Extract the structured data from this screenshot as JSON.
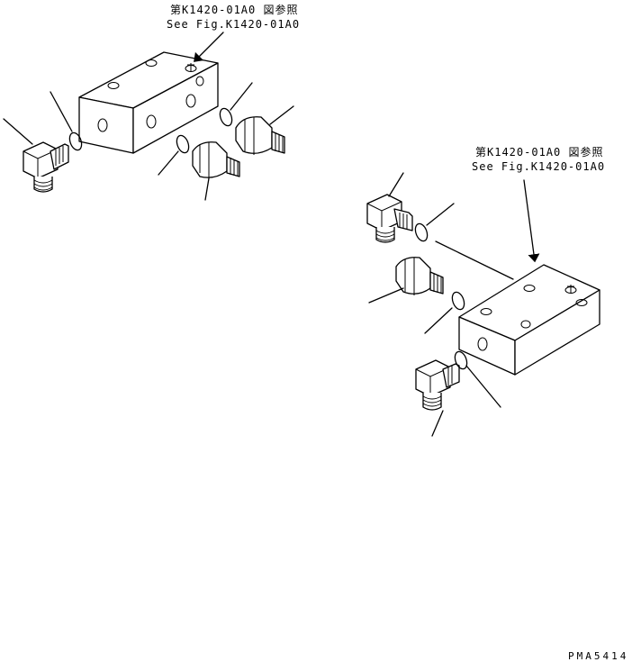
{
  "callouts": [
    {
      "id": "ref-left",
      "jp": "第K1420-01A0 図参照",
      "en": "See Fig.K1420-01A0"
    },
    {
      "id": "ref-right",
      "jp": "第K1420-01A0 図参照",
      "en": "See Fig.K1420-01A0"
    }
  ],
  "drawing_number": "PMA5414"
}
